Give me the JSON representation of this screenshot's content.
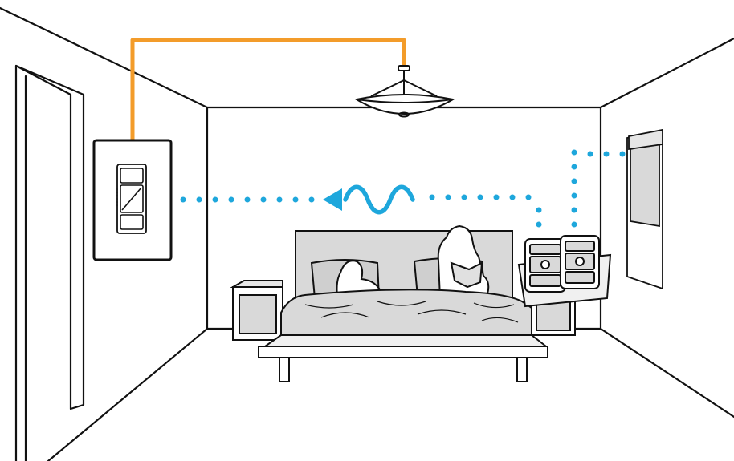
{
  "scene": {
    "description_key": "bedroom-wireless-lighting-control",
    "colors": {
      "line": "#111111",
      "wire": "#f39c2a",
      "signal": "#1ea7dc",
      "bed_fill": "#d9d9d9",
      "pillow_fill": "#cfcfcf",
      "background": "#ffffff"
    },
    "elements": {
      "wall_dimmer": {
        "icon": "wall-dimmer-icon",
        "role": "receiver"
      },
      "ceiling_fixture": {
        "icon": "ceiling-light-icon"
      },
      "remote_controls": {
        "icon": "keypad-remote-icon",
        "count": 2
      },
      "window_shade": {
        "icon": "window-shade-icon"
      },
      "signal_wave": {
        "icon": "wireless-wave-icon"
      }
    }
  }
}
